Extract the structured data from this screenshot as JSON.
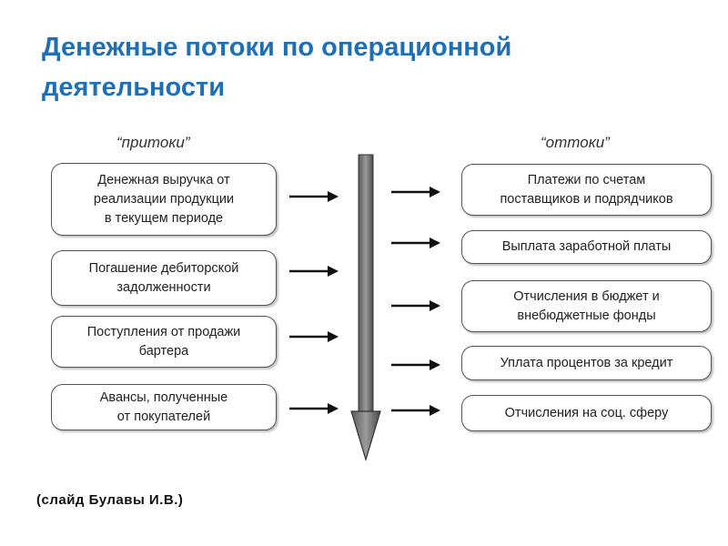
{
  "title": "Денежные потоки  по операционной деятельности",
  "inflows": {
    "heading": "“притоки”",
    "items": [
      "Денежная выручка  от\nреализации  продукции\nв текущем периоде",
      "Погашение  дебиторской\nзадолженности",
      "Поступления  от продажи\nбартера",
      "Авансы,  полученные\nот покупателей"
    ]
  },
  "outflows": {
    "heading": "“оттоки”",
    "items": [
      "Платежи  по счетам\nпоставщиков  и  подрядчиков",
      "Выплата  заработной  платы",
      "Отчисления  в бюджет и\nвнебюджетные  фонды",
      "Уплата  процентов  за  кредит",
      "Отчисления  на  соц.  сферу"
    ]
  },
  "credit": "(слайд Булавы И.В.)"
}
